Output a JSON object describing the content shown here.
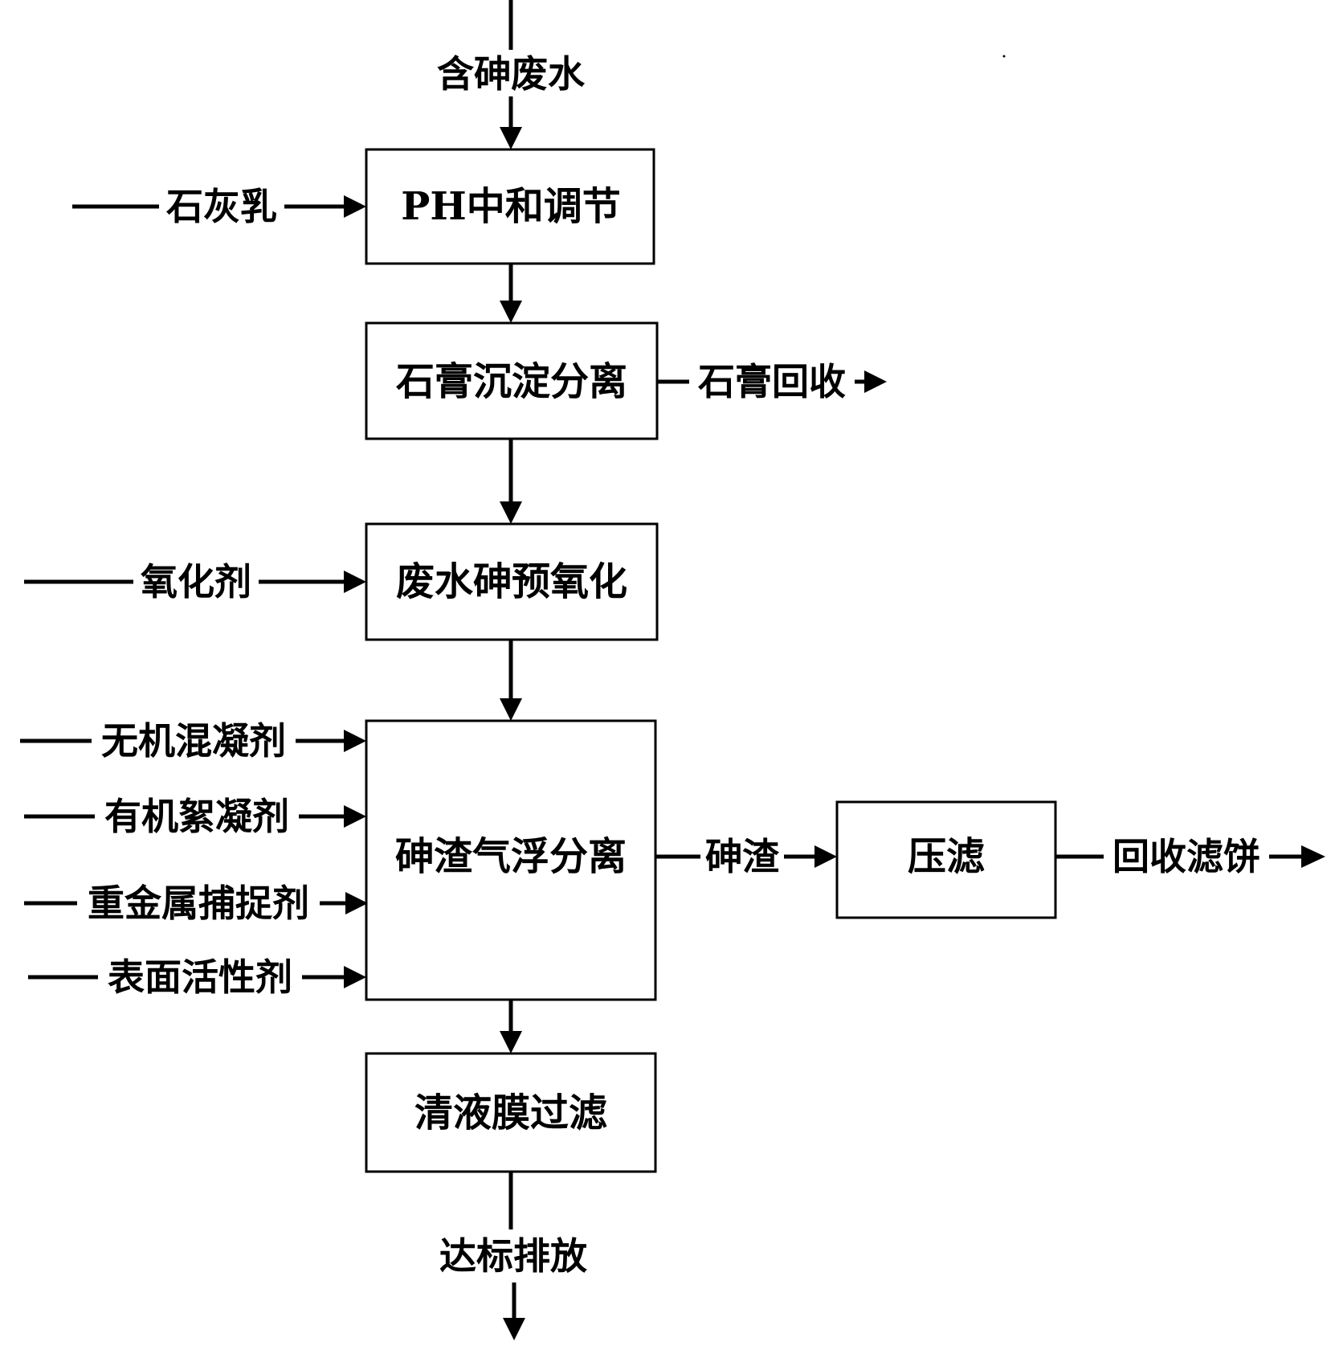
{
  "diagram": {
    "nodes": {
      "ph": "PH中和调节",
      "gypsum_sep": "石膏沉淀分离",
      "preoxidation": "废水砷预氧化",
      "flotation": "砷渣气浮分离",
      "membrane": "清液膜过滤",
      "press": "压滤"
    },
    "labels": {
      "input_wastewater": "含砷废水",
      "lime_milk": "石灰乳",
      "gypsum_recovery": "石膏回收",
      "oxidant": "氧化剂",
      "inorganic_coagulant": "无机混凝剂",
      "organic_flocculant": "有机絮凝剂",
      "heavy_metal_capture": "重金属捕捉剂",
      "surfactant": "表面活性剂",
      "arsenic_slag": "砷渣",
      "filter_cake": "回收滤饼",
      "discharge": "达标排放"
    }
  }
}
